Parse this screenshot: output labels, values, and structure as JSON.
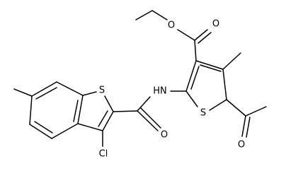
{
  "structure": {
    "bond_color": "#000000",
    "background": "#ffffff",
    "atom_labels": {
      "ester_ether_oxygen": "O",
      "ester_carbonyl_oxygen": "O",
      "amide_nitrogen_h": "HN",
      "amide_carbonyl_oxygen": "O",
      "thiophene_sulfur": "S",
      "benzothiophene_sulfur": "S",
      "chlorine": "Cl",
      "acetyl_oxygen": "O"
    }
  }
}
